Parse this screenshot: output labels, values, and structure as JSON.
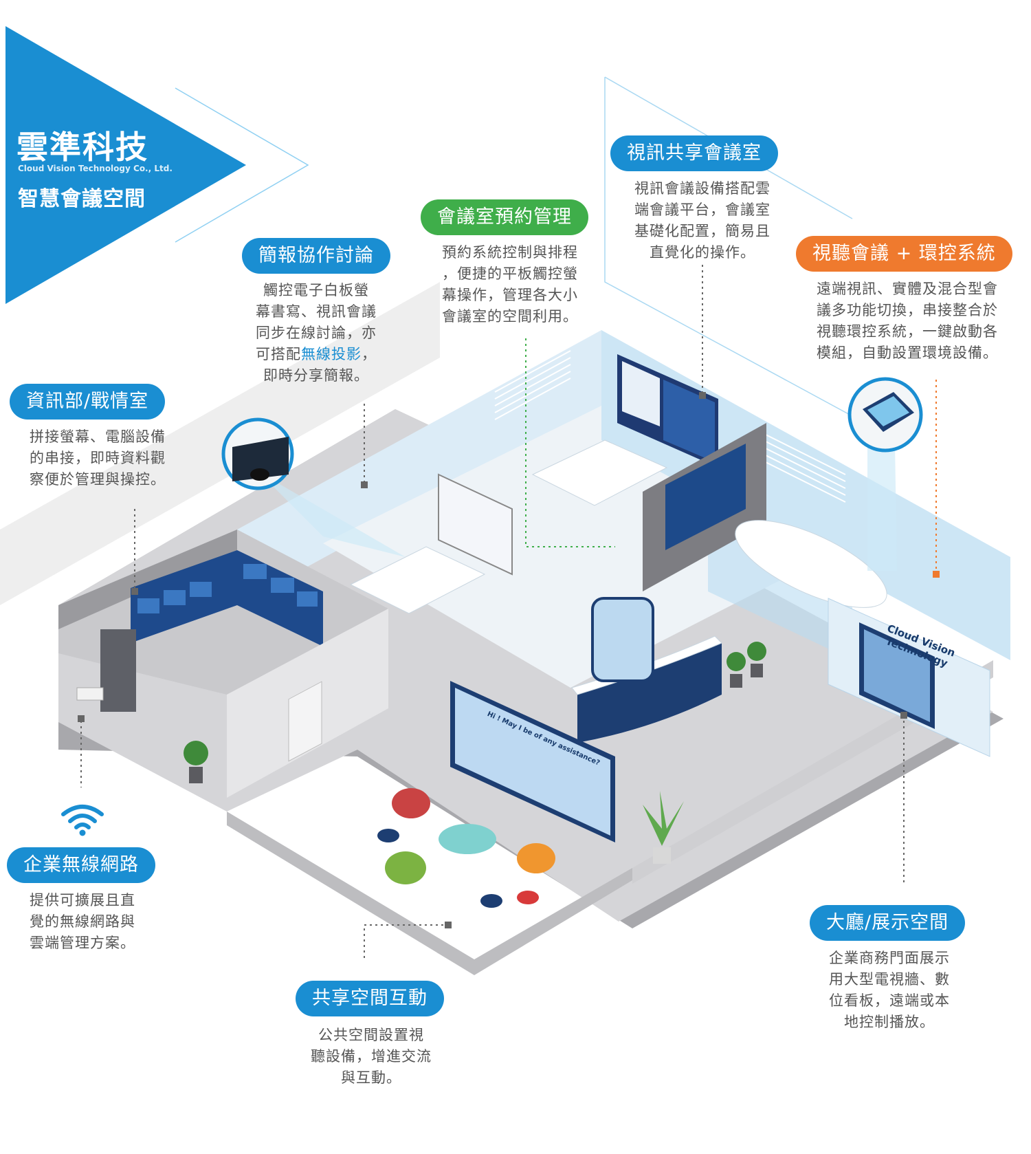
{
  "brand": {
    "name": "雲準科技",
    "english": "Cloud Vision Technology Co., Ltd.",
    "tagline": "智慧會議空間"
  },
  "colors": {
    "blue": "#1a8ed2",
    "green": "#3fae4a",
    "orange": "#ef7a2e"
  },
  "sections": {
    "briefing": {
      "title": "簡報協作討論",
      "lines": [
        "觸控電子白板螢",
        "幕書寫、視訊會議",
        "同步在線討論，亦"
      ],
      "line4_pre": "可搭配",
      "line4_highlight": "無線投影",
      "line4_post": "，",
      "line5": "即時分享簡報。"
    },
    "booking": {
      "title": "會議室預約管理",
      "lines": [
        "預約系統控制與排程",
        "，便捷的平板觸控螢",
        "幕操作，管理各大小",
        "會議室的空間利用。"
      ]
    },
    "video_share": {
      "title": "視訊共享會議室",
      "lines": [
        "視訊會議設備搭配雲",
        "端會議平台，會議室",
        "基礎化配置，簡易且",
        "直覺化的操作。"
      ]
    },
    "av_control": {
      "title": "視聽會議 + 環控系統",
      "lines": [
        "遠端視訊、實體及混合型會",
        "議多功能切換，串接整合於",
        "視聽環控系統，一鍵啟動各",
        "模組，自動設置環境設備。"
      ]
    },
    "war_room": {
      "title": "資訊部/戰情室",
      "lines": [
        "拼接螢幕、電腦設備",
        "的串接，即時資料觀",
        "察便於管理與操控。"
      ]
    },
    "wireless": {
      "title": "企業無線網路",
      "lines": [
        "提供可擴展且直",
        "覺的無線網路與",
        "雲端管理方案。"
      ]
    },
    "shared": {
      "title": "共享空間互動",
      "lines": [
        "公共空間設置視",
        "聽設備，增進交流",
        "與互動。"
      ]
    },
    "lobby": {
      "title": "大廳/展示空間",
      "lines": [
        "企業商務門面展示",
        "用大型電視牆、數",
        "位看板，遠端或本",
        "地控制播放。"
      ]
    }
  },
  "scene": {
    "booth_sign": "Cloud Vision Technology",
    "chat_bubble": "Hi ! May I be of any assistance?"
  },
  "icons": [
    "wifi-icon",
    "touch-screen-icon",
    "tablet-icon"
  ]
}
